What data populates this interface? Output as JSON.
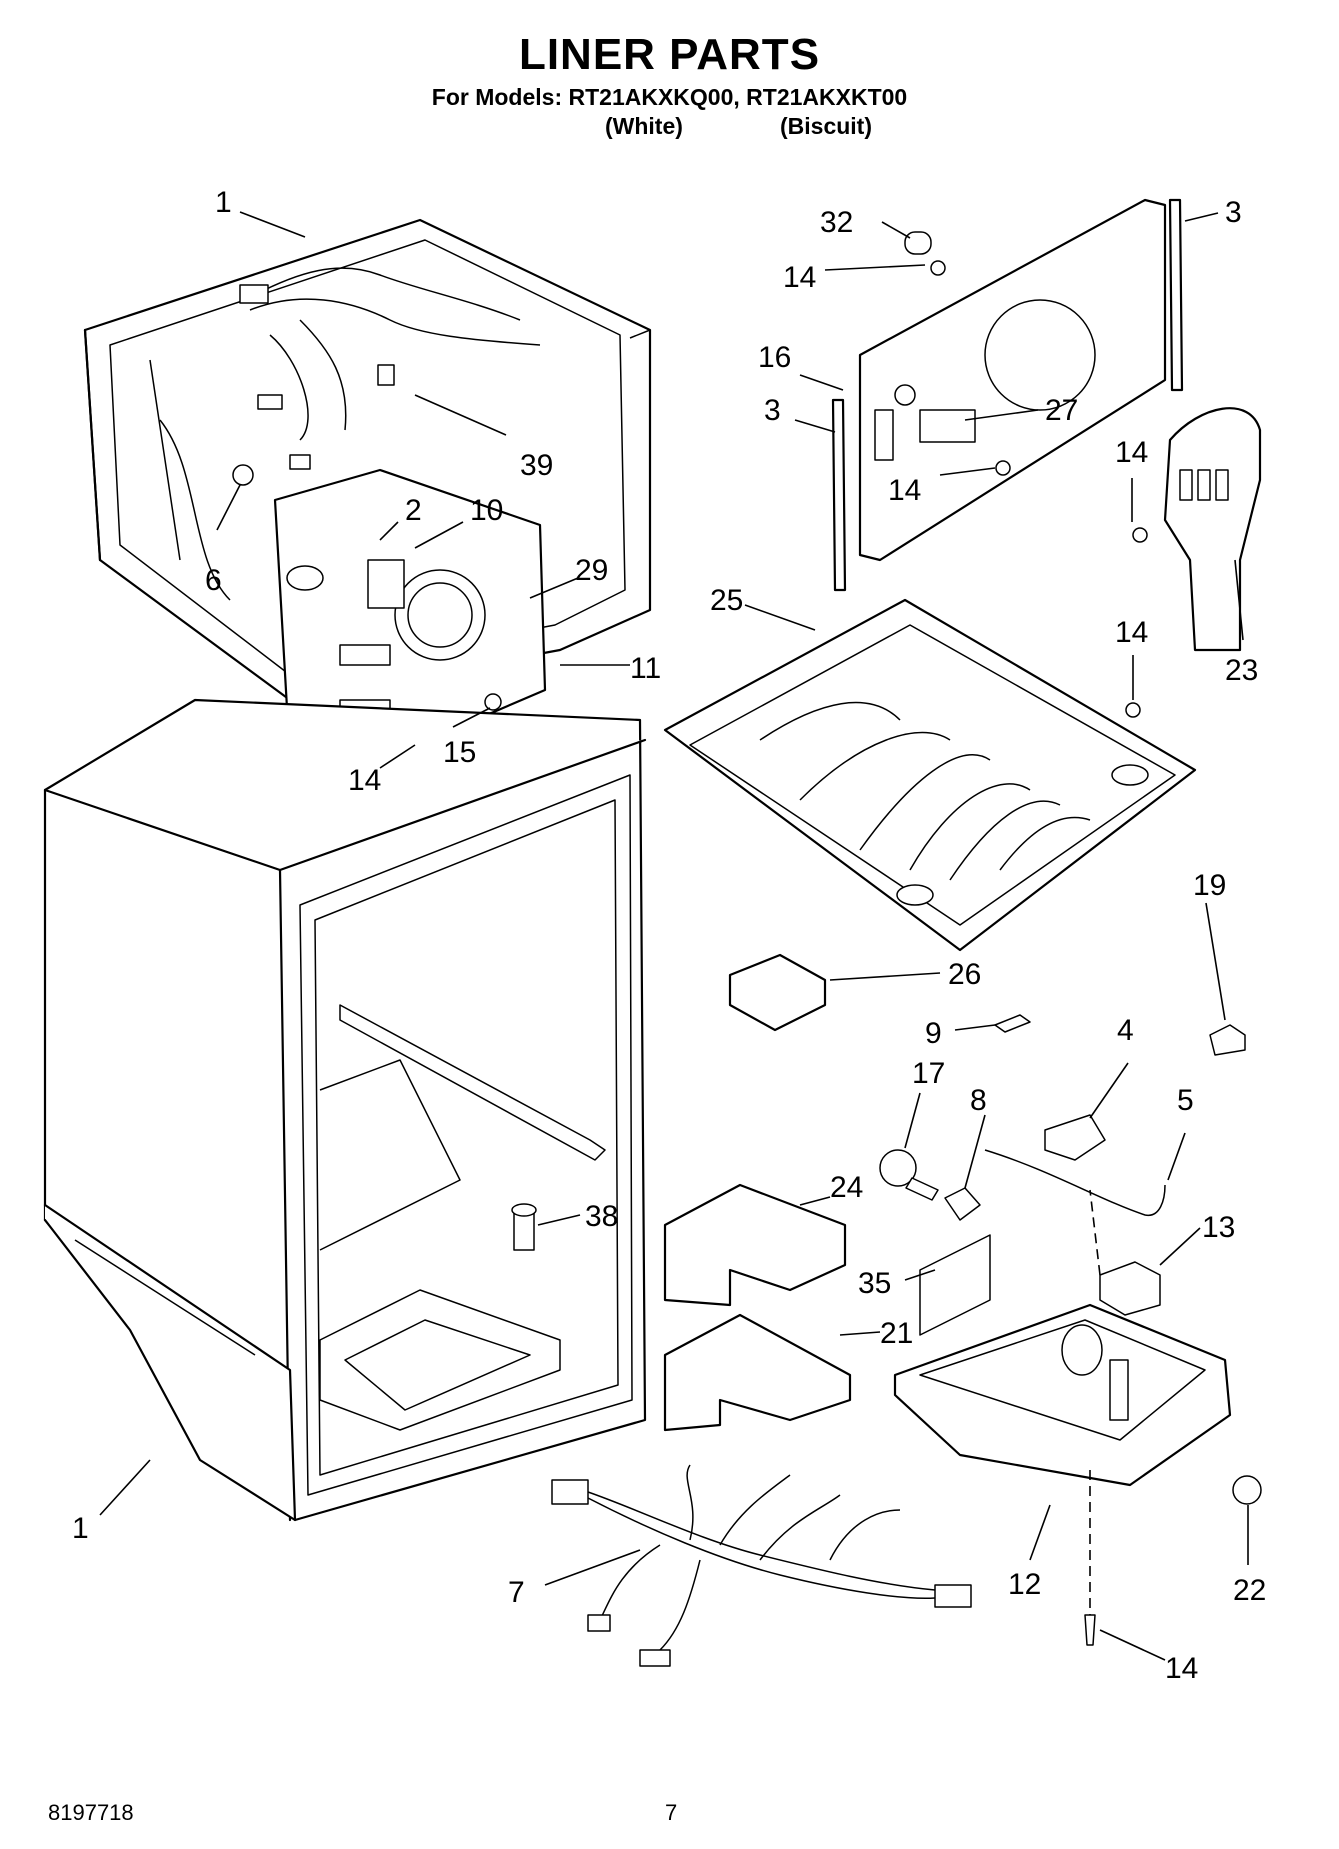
{
  "header": {
    "title": "LINER PARTS",
    "models_line": "For Models: RT21AKXKQ00, RT21AKXKT00",
    "variant_white": "(White)",
    "variant_biscuit": "(Biscuit)"
  },
  "callouts": {
    "c1_top": "1",
    "c32": "32",
    "c3_right": "3",
    "c14_a": "14",
    "c16": "16",
    "c3_left": "3",
    "c27": "27",
    "c14_b": "14",
    "c14_c": "14",
    "c39": "39",
    "c2": "2",
    "c10": "10",
    "c6": "6",
    "c29": "29",
    "c25": "25",
    "c23": "23",
    "c14_d": "14",
    "c11": "11",
    "c15": "15",
    "c14_e": "14",
    "c19": "19",
    "c26": "26",
    "c9": "9",
    "c4": "4",
    "c17": "17",
    "c8": "8",
    "c5": "5",
    "c24": "24",
    "c38": "38",
    "c13": "13",
    "c35": "35",
    "c21": "21",
    "c1_bottom": "1",
    "c7": "7",
    "c12": "12",
    "c22": "22",
    "c14_f": "14"
  },
  "footer": {
    "doc_number": "8197718",
    "page_number": "7"
  }
}
